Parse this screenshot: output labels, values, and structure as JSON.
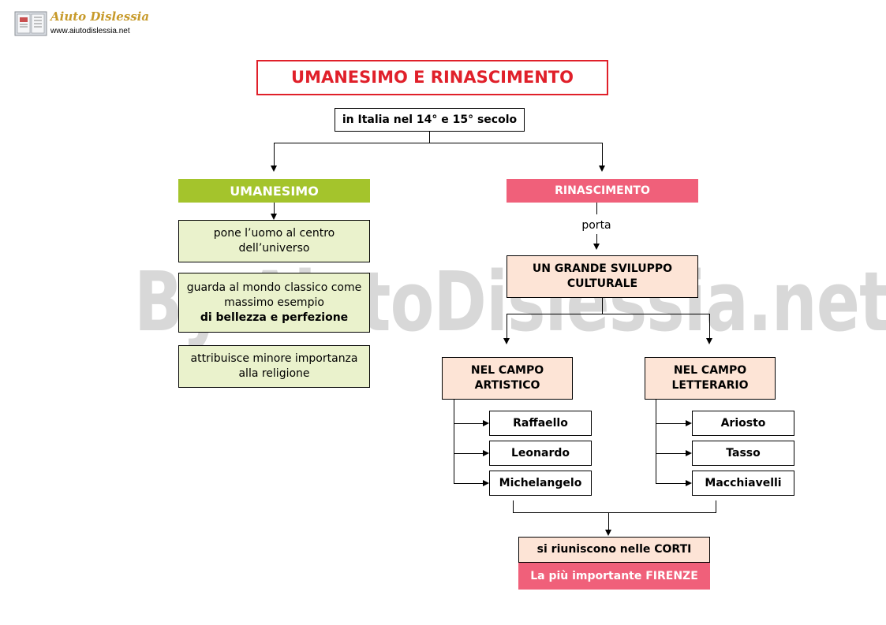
{
  "logo": {
    "name": "Aiuto Dislessia",
    "url": "www.aiutodislessia.net"
  },
  "watermark": "By AiutoDislessia.net",
  "title": "UMANESIMO E RINASCIMENTO",
  "subtitle": "in Italia nel 14° e 15° secolo",
  "left": {
    "heading": "UMANESIMO",
    "items": [
      {
        "line1": "pone l’uomo al centro",
        "line2": "dell’universo"
      },
      {
        "line1": "guarda al mondo classico come",
        "line2": "massimo esempio",
        "line3": "di bellezza e perfezione"
      },
      {
        "line1": "attribuisce minore importanza",
        "line2": "alla religione"
      }
    ]
  },
  "right": {
    "heading": "RINASCIMENTO",
    "connector": "porta",
    "development": {
      "line1": "UN GRANDE SVILUPPO",
      "line2": "CULTURALE"
    },
    "art": {
      "line1": "NEL CAMPO",
      "line2": "ARTISTICO",
      "artists": [
        "Raffaello",
        "Leonardo",
        "Michelangelo"
      ]
    },
    "literature": {
      "line1": "NEL CAMPO",
      "line2": "LETTERARIO",
      "writers": [
        "Ariosto",
        "Tasso",
        "Macchiavelli"
      ]
    },
    "courts": "si riuniscono nelle CORTI",
    "florence": "La più importante FIRENZE"
  },
  "colors": {
    "title_red": "#e0202a",
    "green": "#a4c42c",
    "light_green": "#eaf2cc",
    "pink": "#f0607a",
    "peach": "#fde4d6"
  }
}
